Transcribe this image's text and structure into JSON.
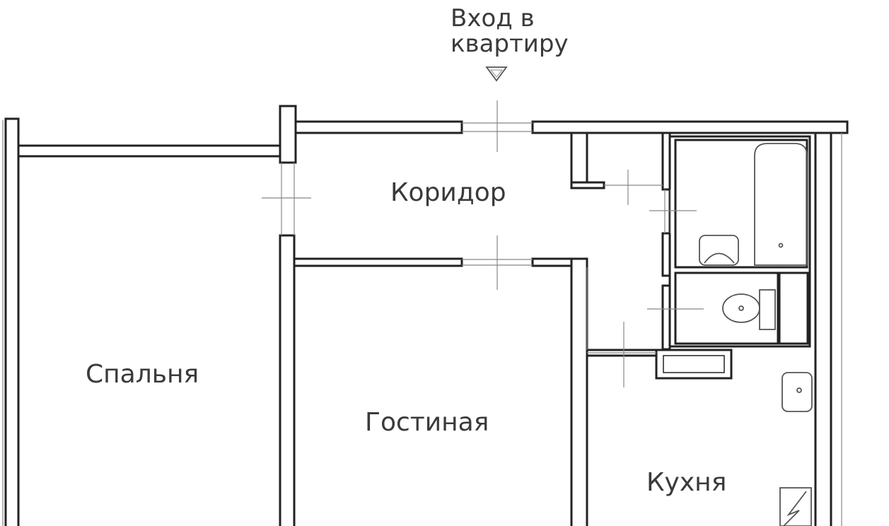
{
  "entrance": {
    "line1": "Вход в",
    "line2": "квартиру"
  },
  "rooms": {
    "corridor": "Коридор",
    "bedroom": "Спальня",
    "living": "Гостиная",
    "kitchen": "Кухня"
  },
  "colors": {
    "wall_fill": "#ffffff",
    "wall_stroke": "#222222",
    "label": "#3a3a3a",
    "fixture": "#555555"
  }
}
